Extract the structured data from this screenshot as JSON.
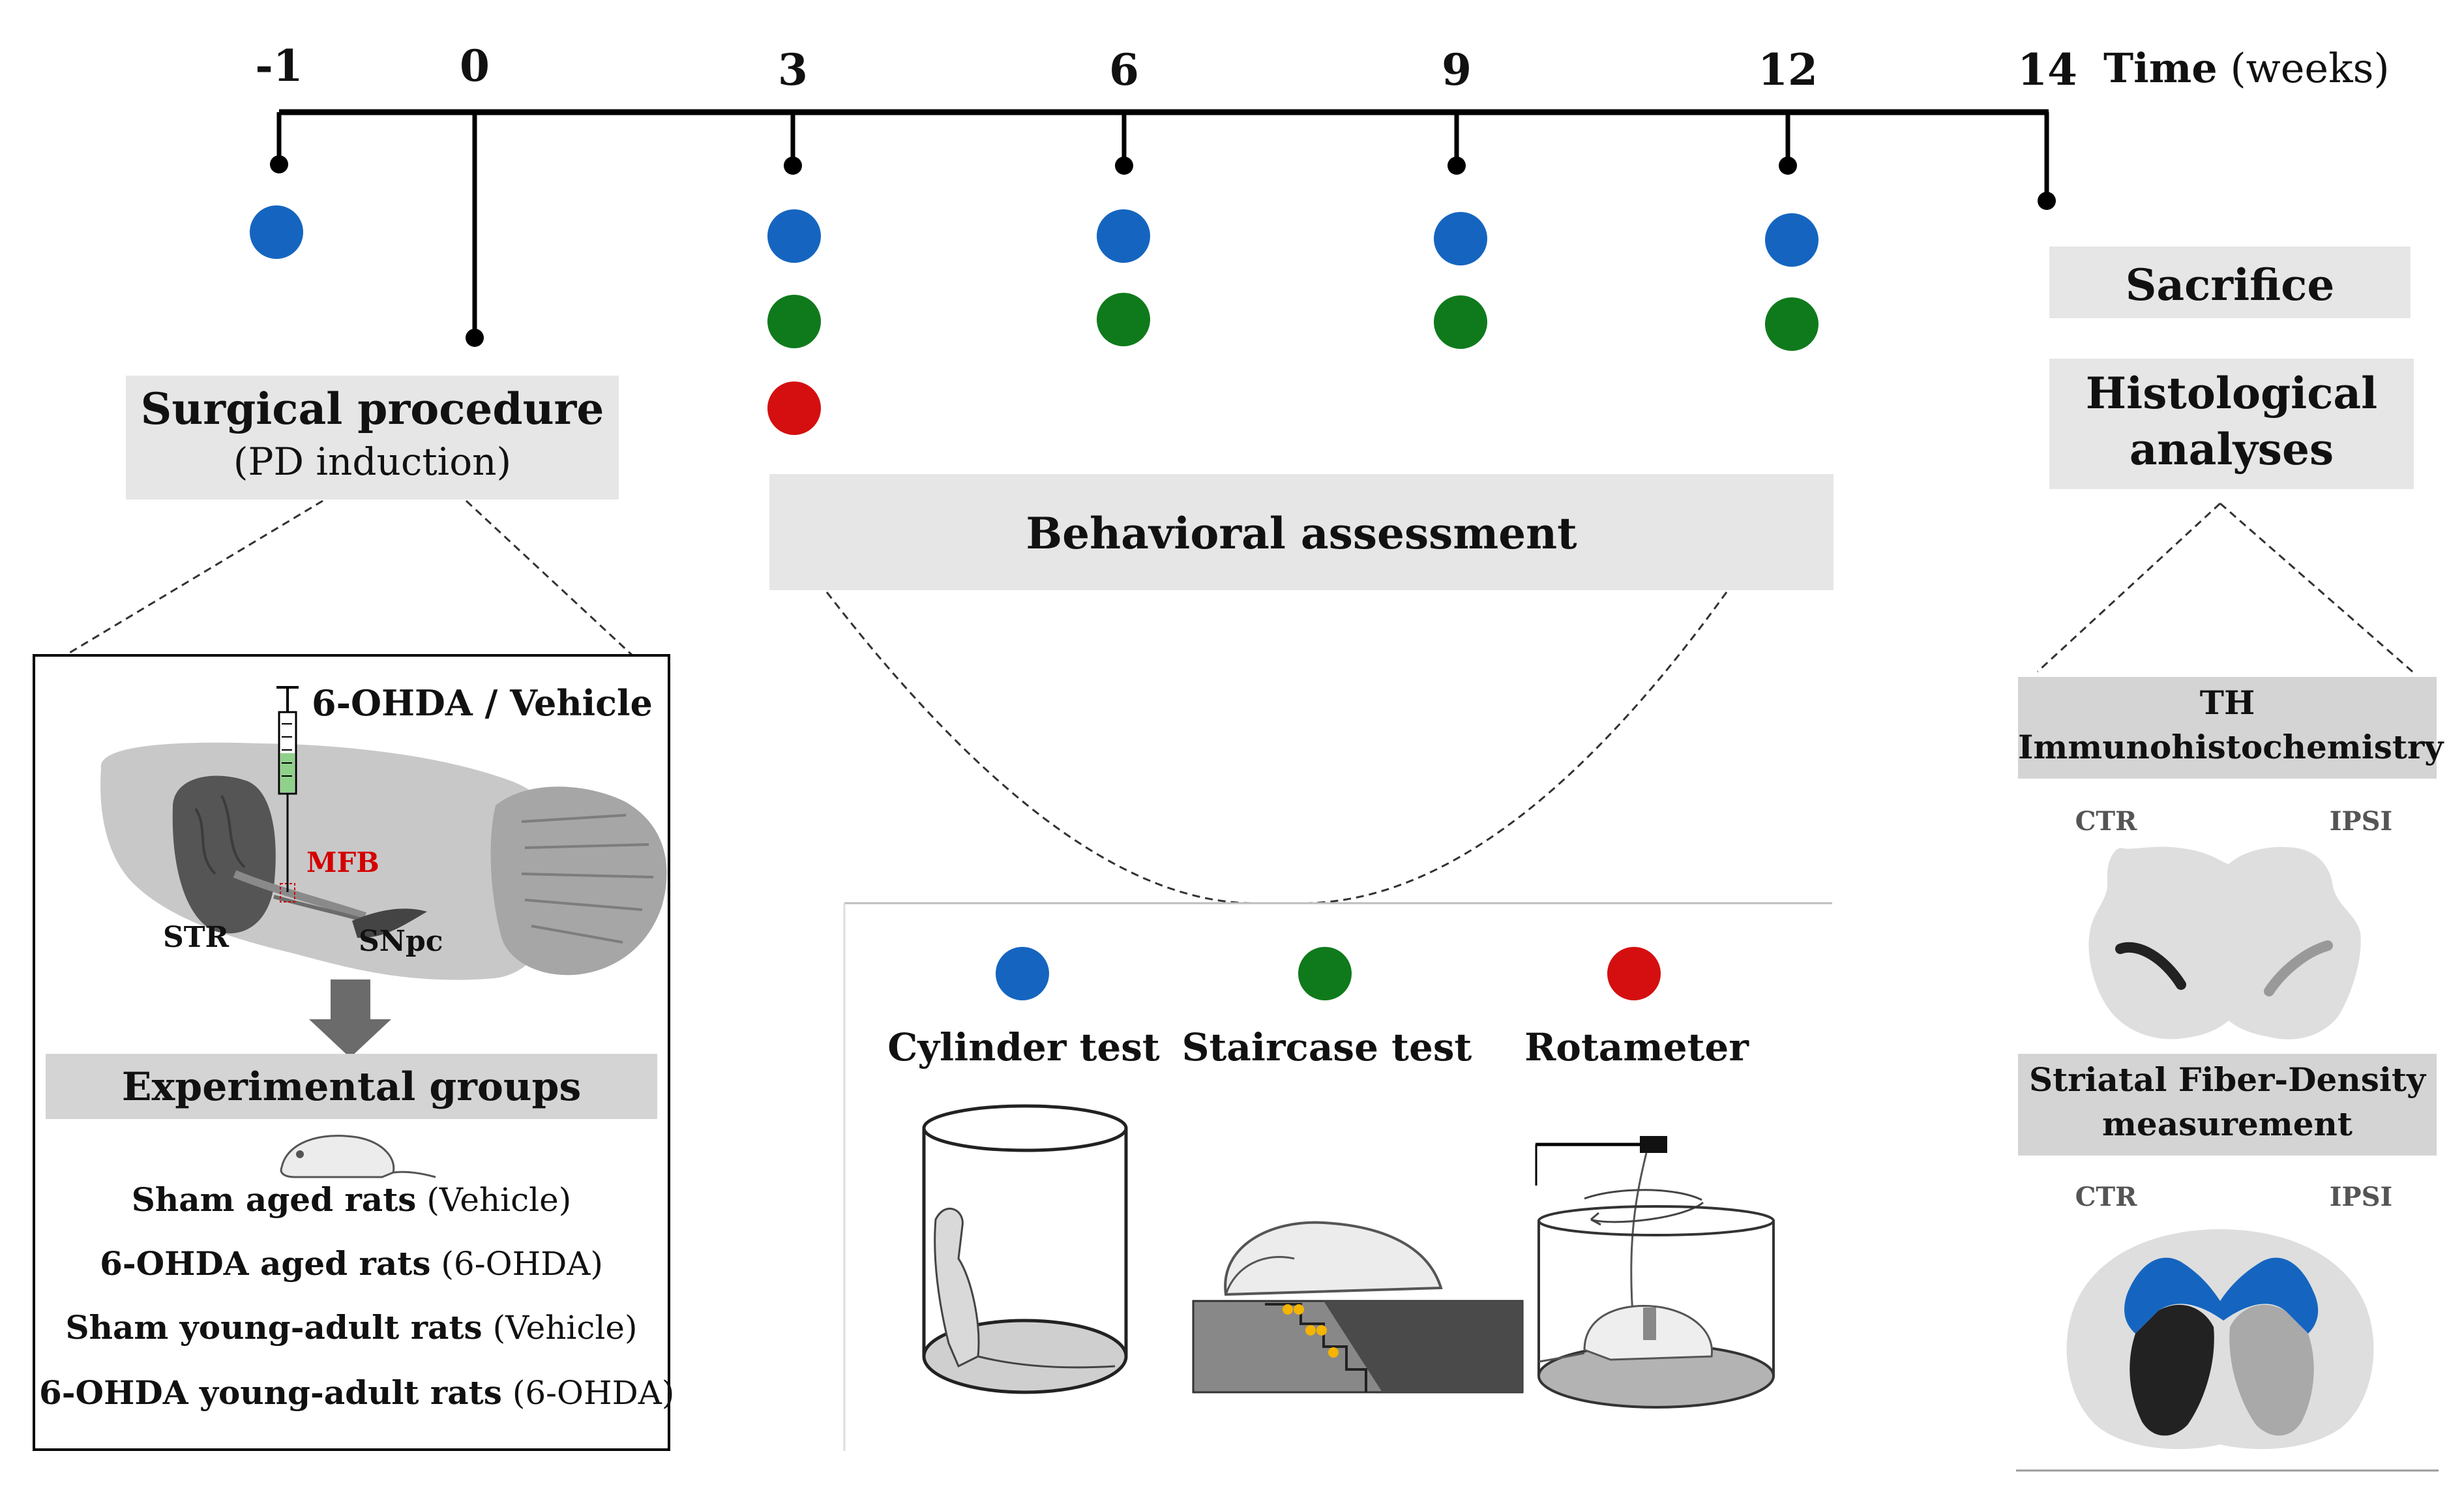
{
  "timeline": {
    "ticks": [
      "-1",
      "0",
      "3",
      "6",
      "9",
      "12",
      "14"
    ],
    "axis_title_bold": "Time",
    "axis_title_unit": "(weeks)"
  },
  "surgical": {
    "title": "Surgical procedure",
    "subtitle": "(PD induction)",
    "injection_label": "6-OHDA / Vehicle",
    "mfb": "MFB",
    "str": "STR",
    "snpc": "SNpc",
    "groups_title": "Experimental groups",
    "groups": [
      {
        "bold": "Sham aged rats",
        "normal": " (Vehicle)"
      },
      {
        "bold": "6-OHDA aged rats",
        "normal": " (6-OHDA)"
      },
      {
        "bold": "Sham young-adult rats",
        "normal": " (Vehicle)"
      },
      {
        "bold": "6-OHDA young-adult rats",
        "normal": " (6-OHDA)"
      }
    ]
  },
  "behavior": {
    "title": "Behavioral assessment",
    "tests": [
      "Cylinder test",
      "Staircase test",
      "Rotameter"
    ]
  },
  "end": {
    "sacrifice": "Sacrifice",
    "histo_line1": "Histological",
    "histo_line2": "analyses",
    "th_line1": "TH",
    "th_line2": "Immunohistochemistry",
    "ctr": "CTR",
    "ipsi": "IPSI",
    "fiber_line1": "Striatal Fiber-Density",
    "fiber_line2": "measurement"
  },
  "colors": {
    "blue": "#1565c0",
    "green": "#0f7a1c",
    "red": "#d50f0f",
    "box_gray": "#e6e6e6"
  }
}
